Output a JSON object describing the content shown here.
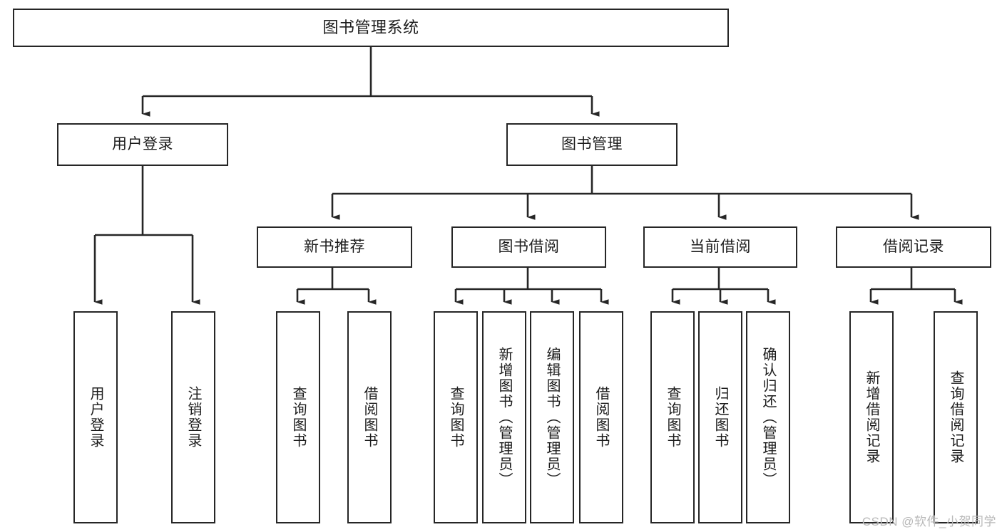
{
  "diagram": {
    "title": "图书管理系统",
    "type": "tree-hierarchy",
    "root": {
      "label": "图书管理系统"
    },
    "level2": [
      {
        "label": "用户登录"
      },
      {
        "label": "图书管理"
      }
    ],
    "level3": [
      {
        "label": "新书推荐"
      },
      {
        "label": "图书借阅"
      },
      {
        "label": "当前借阅"
      },
      {
        "label": "借阅记录"
      }
    ],
    "leaves": [
      {
        "label": "用户登录"
      },
      {
        "label": "注销登录"
      },
      {
        "label": "查询图书"
      },
      {
        "label": "借阅图书"
      },
      {
        "label": "查询图书"
      },
      {
        "label": "新增图书（管理员）"
      },
      {
        "label": "编辑图书（管理员）"
      },
      {
        "label": "借阅图书"
      },
      {
        "label": "查询图书"
      },
      {
        "label": "归还图书"
      },
      {
        "label": "确认归还（管理员）"
      },
      {
        "label": "新增借阅记录"
      },
      {
        "label": "查询借阅记录"
      }
    ]
  },
  "colors": {
    "stroke": "#262626",
    "fill": "#ffffff",
    "text": "#1c1c1c",
    "watermark": "#b9b9b9"
  },
  "watermark": {
    "text": "CSDN @软件_小贺同学"
  }
}
